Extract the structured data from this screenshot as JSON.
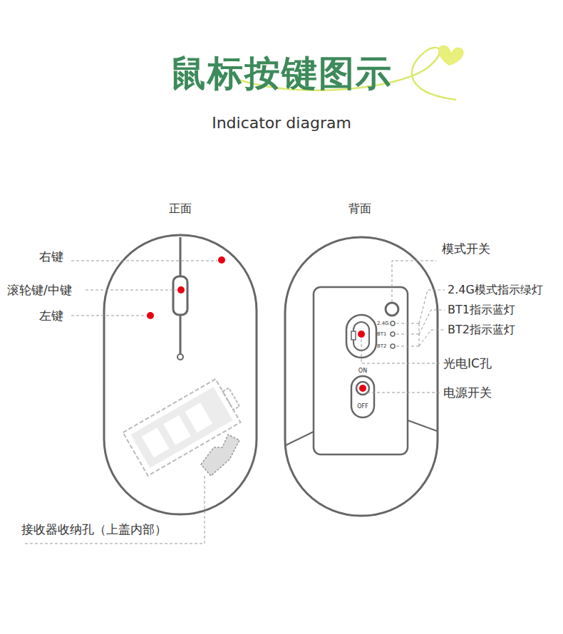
{
  "diagram": {
    "title": "鼠标按键图示",
    "labels": [
      "Indicator diagram",
      "正面",
      "背面",
      "右键",
      "滚轮键/中键",
      "左键",
      "接收器收纳孔（上盖内部）",
      "模式开关",
      "2.4G模式指示绿灯",
      "BT1指示蓝灯",
      "BT2指示蓝灯",
      "光电IC孔",
      "电源开关",
      "2.4G",
      "BT1",
      "BT2",
      "ON",
      "OFF"
    ]
  }
}
